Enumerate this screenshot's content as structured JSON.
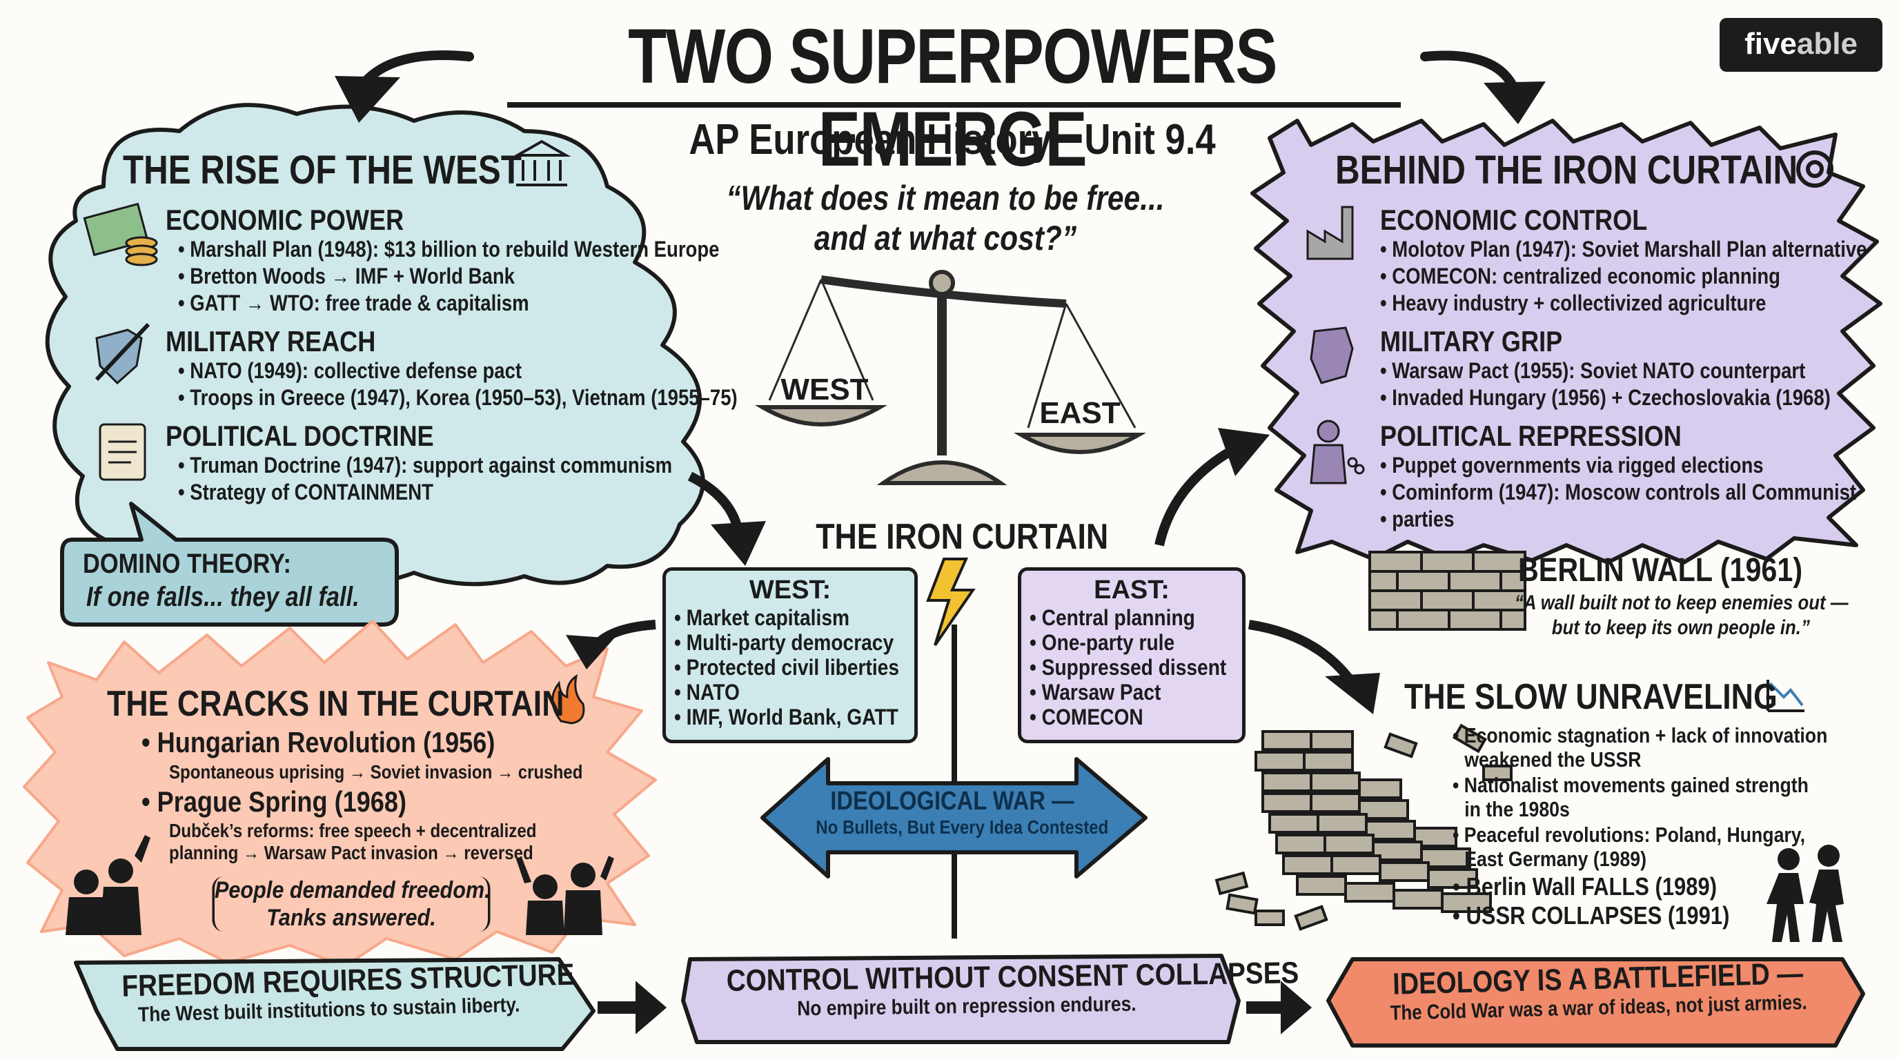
{
  "header": {
    "title": "TWO SUPERPOWERS EMERGE",
    "subtitle": "AP European History · Unit 9.4",
    "quote_line1": "“What does it mean to be free...",
    "quote_line2": "and at what cost?”",
    "logo_part1": "five",
    "logo_part2": "able"
  },
  "scale": {
    "left_label": "WEST",
    "right_label": "EAST"
  },
  "west_panel": {
    "title": "THE RISE OF THE WEST",
    "sections": [
      {
        "heading": "ECONOMIC POWER",
        "icon": "money-icon",
        "items": [
          "Marshall Plan (1948): $13 billion to rebuild Western Europe",
          "Bretton Woods → IMF + World Bank",
          "GATT → WTO: free trade & capitalism"
        ]
      },
      {
        "heading": "MILITARY REACH",
        "icon": "shield-sword-icon",
        "items": [
          "NATO (1949): collective defense pact",
          "Troops in Greece (1947), Korea (1950–53), Vietnam (1955–75)"
        ]
      },
      {
        "heading": "POLITICAL DOCTRINE",
        "icon": "scroll-icon",
        "items": [
          "Truman Doctrine (1947): support against communism",
          "Strategy of CONTAINMENT"
        ]
      }
    ],
    "domino_title": "DOMINO THEORY:",
    "domino_text": "If one falls... they all fall."
  },
  "east_panel": {
    "title": "BEHIND THE IRON CURTAIN",
    "sections": [
      {
        "heading": "ECONOMIC CONTROL",
        "icon": "factory-icon",
        "items": [
          "Molotov Plan (1947): Soviet Marshall Plan alternative",
          "COMECON: centralized economic planning",
          "Heavy industry + collectivized agriculture"
        ]
      },
      {
        "heading": "MILITARY GRIP",
        "icon": "fist-icon",
        "items": [
          "Warsaw Pact (1955): Soviet NATO counterpart",
          "Invaded Hungary (1956) + Czechoslovakia (1968)"
        ]
      },
      {
        "heading": "POLITICAL REPRESSION",
        "icon": "chained-official-icon",
        "items": [
          "Puppet governments via rigged elections",
          "Cominform (1947): Moscow controls all Communist",
          "parties"
        ]
      }
    ]
  },
  "berlin_wall": {
    "title": "BERLIN WALL (1961)",
    "quote_line1": "“A wall built not to keep enemies out —",
    "quote_line2": "but to keep its own people in.”"
  },
  "iron_curtain": {
    "title": "THE IRON CURTAIN",
    "west_box": {
      "title": "WEST:",
      "items": [
        "Market capitalism",
        "Multi-party democracy",
        "Protected civil liberties",
        "NATO",
        "IMF, World Bank, GATT"
      ]
    },
    "east_box": {
      "title": "EAST:",
      "items": [
        "Central planning",
        "One-party rule",
        "Suppressed dissent",
        "Warsaw Pact",
        "COMECON"
      ]
    },
    "war_title": "IDEOLOGICAL WAR —",
    "war_sub": "No Bullets, But Every Idea Contested"
  },
  "cracks_panel": {
    "title": "THE CRACKS IN THE CURTAIN",
    "events": [
      {
        "heading": "Hungarian Revolution (1956)",
        "detail": [
          "Spontaneous uprising → Soviet invasion → crushed"
        ]
      },
      {
        "heading": "Prague Spring (1968)",
        "detail": [
          "Dubček’s reforms: free speech + decentralized",
          "planning → Warsaw Pact invasion → reversed"
        ]
      }
    ],
    "quote_line1": "People demanded freedom.",
    "quote_line2": "Tanks answered."
  },
  "unraveling_panel": {
    "title": "THE SLOW UNRAVELING",
    "items": [
      [
        "Economic stagnation + lack of innovation",
        "weakened the USSR"
      ],
      [
        "Nationalist movements gained strength",
        "in the 1980s"
      ],
      [
        "Peaceful revolutions: Poland, Hungary,",
        "East Germany (1989)"
      ],
      [
        "Berlin Wall FALLS (1989)"
      ],
      [
        "USSR COLLAPSES (1991)"
      ]
    ]
  },
  "banners": [
    {
      "title": "FREEDOM REQUIRES STRUCTURE",
      "sub": "The West built institutions to sustain liberty.",
      "color": "#c9e6e6"
    },
    {
      "title": "CONTROL WITHOUT CONSENT COLLAPSES",
      "sub": "No empire built on repression endures.",
      "color": "#d9cdee"
    },
    {
      "title": "IDEOLOGY IS A BATTLEFIELD —",
      "sub": "The Cold War was a war of ideas, not just armies.",
      "color": "#f08a6a"
    }
  ],
  "colors": {
    "west_panel": "#cfe9ea",
    "east_panel": "#d9cdef",
    "cracks_panel": "#fbc9b4",
    "war_arrow": "#3b7fb5",
    "outline": "#1b1b1b"
  }
}
